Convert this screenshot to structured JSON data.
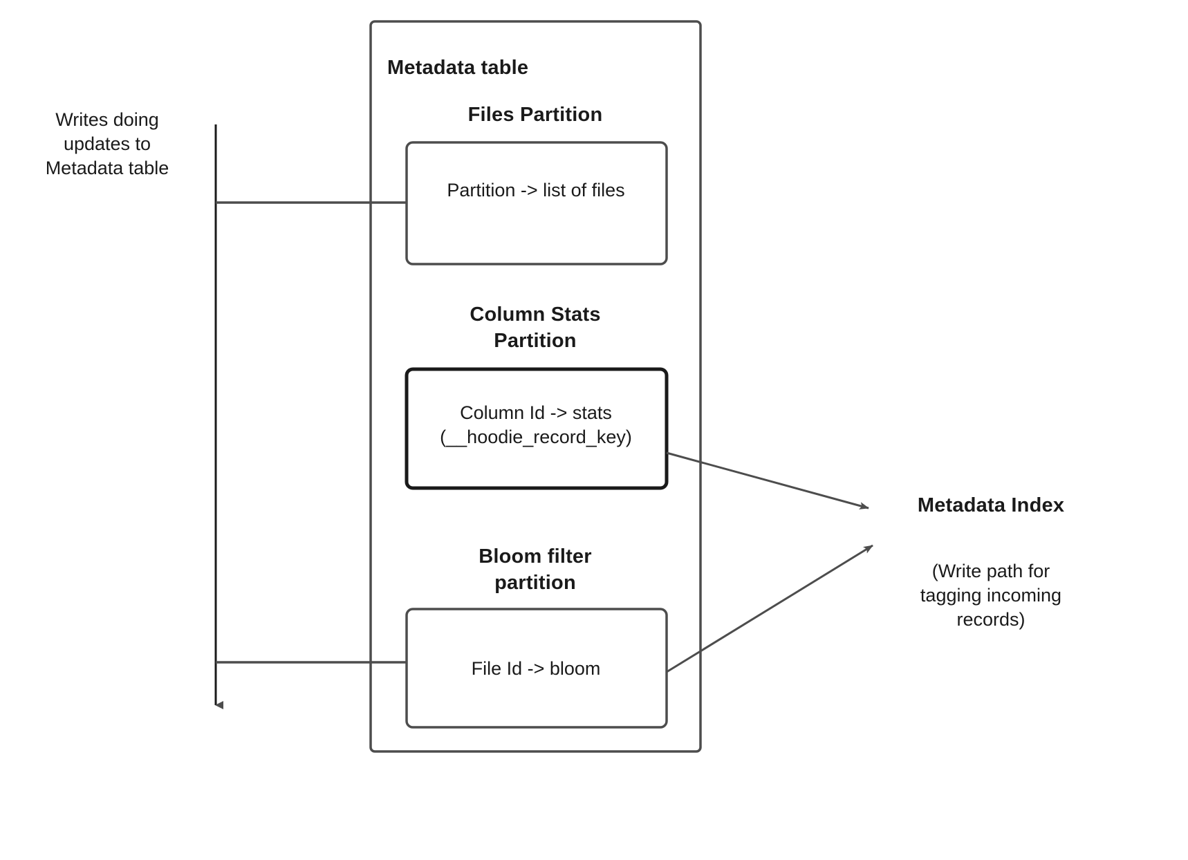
{
  "diagram": {
    "title": "Metadata table",
    "left_caption": "Writes doing\nupdates to\nMetadata table",
    "partitions": [
      {
        "heading": "Files Partition",
        "box_label": "Partition -> list of files",
        "emphasis": false
      },
      {
        "heading": "Column Stats\nPartition",
        "box_label": "Column Id  -> stats\n(__hoodie_record_key)",
        "emphasis": true
      },
      {
        "heading": "Bloom filter\npartition",
        "box_label": "File Id -> bloom",
        "emphasis": false
      }
    ],
    "index": {
      "title": "Metadata Index",
      "note": "(Write path for\ntagging incoming\nrecords)"
    },
    "colors": {
      "stroke": "#4d4d4d",
      "stroke_dark": "#1a1a1a",
      "arrow_fill": "#4d4d4d",
      "text": "#1a1a1a",
      "background": "#ffffff"
    }
  }
}
